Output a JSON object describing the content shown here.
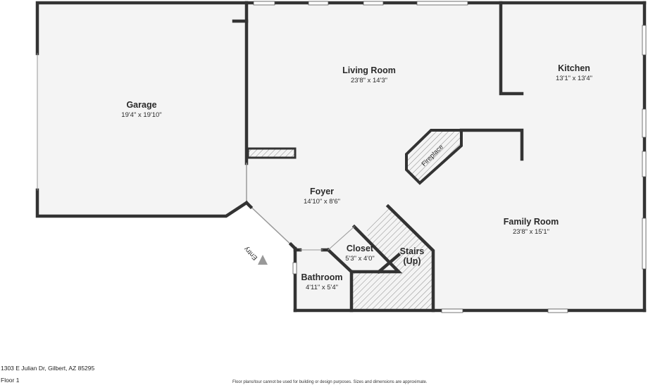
{
  "rooms": {
    "garage": {
      "name": "Garage",
      "dims": "19'4\" x 19'10\""
    },
    "living_room": {
      "name": "Living Room",
      "dims": "23'8\" x 14'3\""
    },
    "kitchen": {
      "name": "Kitchen",
      "dims": "13'1\" x 13'4\""
    },
    "family_room": {
      "name": "Family Room",
      "dims": "23'8\" x 15'1\""
    },
    "foyer": {
      "name": "Foyer",
      "dims": "14'10\" x 8'6\""
    },
    "closet": {
      "name": "Closet",
      "dims": "5'3\" x 4'0\""
    },
    "stairs": {
      "name": "Stairs",
      "sub": "(Up)"
    },
    "bathroom": {
      "name": "Bathroom",
      "dims": "4'11\" x 5'4\""
    }
  },
  "labels": {
    "fireplace": "Fireplace",
    "entry": "Entry"
  },
  "footer": {
    "address": "1303 E Julian Dr, Gilbert, AZ 85295",
    "floor": "Floor 1",
    "disclaimer": "Floor plans/tour cannot be used for building or design purposes. Sizes and dimensions are approximate."
  },
  "colors": {
    "floor_fill": "#f4f4f4",
    "wall": "#333333",
    "hatch": "#888888"
  }
}
